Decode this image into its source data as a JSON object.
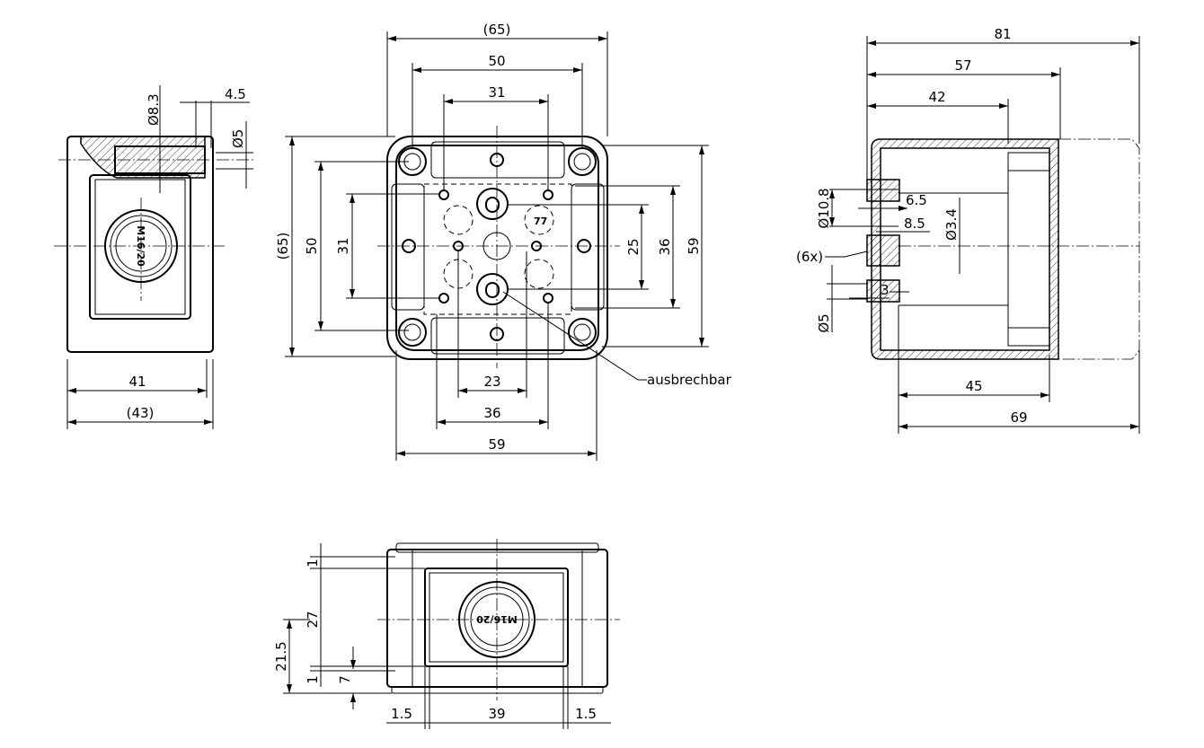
{
  "front_view": {
    "dims": {
      "top_overall": "(65)",
      "top_50": "50",
      "top_31": "31",
      "left_overall": "(65)",
      "left_50": "50",
      "left_31": "31",
      "right_25": "25",
      "right_36": "36",
      "right_59": "59",
      "bottom_23": "23",
      "bottom_36": "36",
      "bottom_59": "59"
    },
    "callout": "ausbrechbar",
    "inner_mark": "77"
  },
  "side_view_left": {
    "dims": {
      "width_41": "41",
      "width_43": "(43)",
      "dia_8_3": "Ø8.3",
      "depth_4_5": "4.5",
      "dia_5": "Ø5"
    },
    "gland_label": "M16/20"
  },
  "side_view_right": {
    "dims": {
      "d81": "81",
      "d57": "57",
      "d42": "42",
      "d45": "45",
      "d69": "69",
      "dia_10_8": "Ø10.8",
      "d6_5": "6.5",
      "d8_5": "8.5",
      "dia_3_4": "Ø3.4",
      "count": "(6x)",
      "d3": "3",
      "dia_5": "Ø5"
    }
  },
  "bottom_view": {
    "dims": {
      "d1_top": "1",
      "d27": "27",
      "d21_5": "21.5",
      "d1_bottom": "1",
      "d7": "7",
      "d1_5_left": "1.5",
      "d39": "39",
      "d1_5_right": "1.5"
    },
    "gland_label": "M16/20"
  }
}
